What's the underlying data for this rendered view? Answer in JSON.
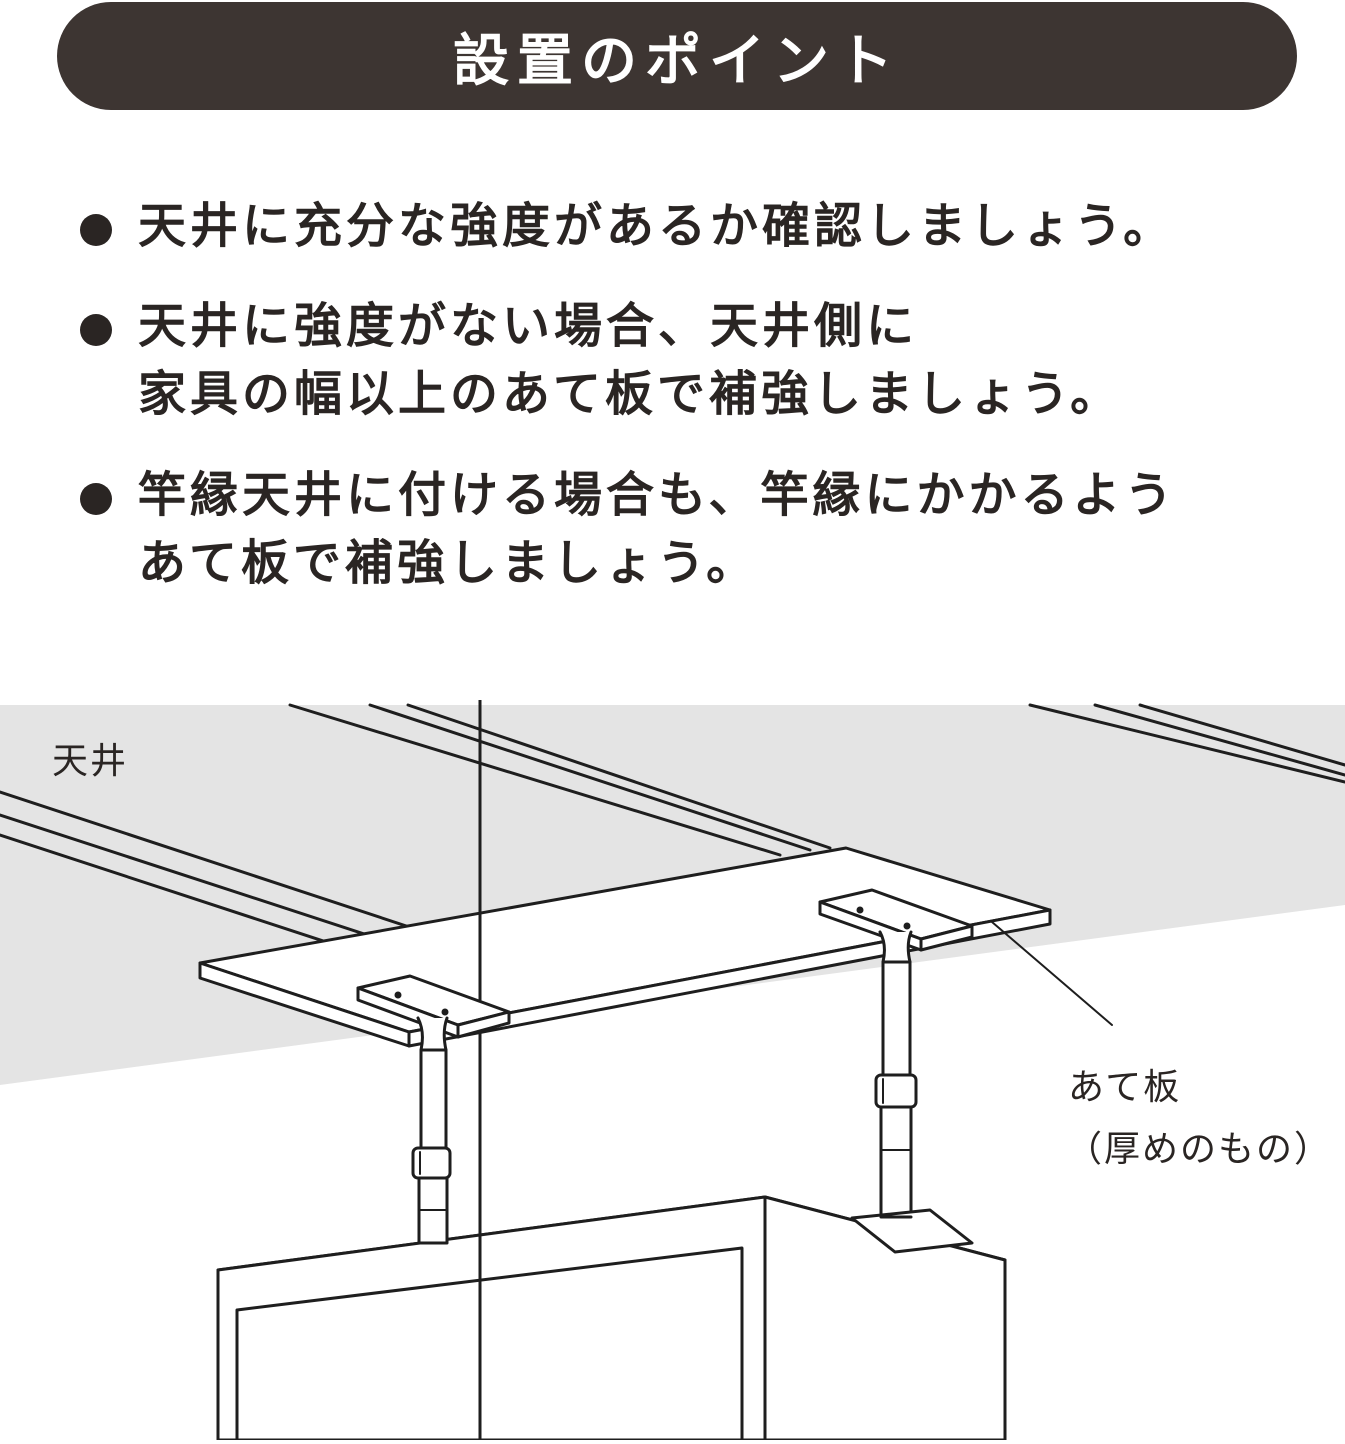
{
  "header": {
    "title": "設置のポイント"
  },
  "points": [
    {
      "lines": [
        "天井に充分な強度があるか確認しましょう。"
      ]
    },
    {
      "lines": [
        "天井に強度がない場合、天井側に",
        "家具の幅以上のあて板で補強しましょう。"
      ]
    },
    {
      "lines": [
        "竿縁天井に付ける場合も、竿縁にかかるよう",
        "あて板で補強しましょう。"
      ]
    }
  ],
  "illustration": {
    "ceiling_label": "天井",
    "board_label": "あて板",
    "board_note": "（厚めのもの）",
    "colors": {
      "ceiling": "#e4e4e4",
      "line": "#1e1e1e",
      "banner": "#3d3532"
    }
  }
}
